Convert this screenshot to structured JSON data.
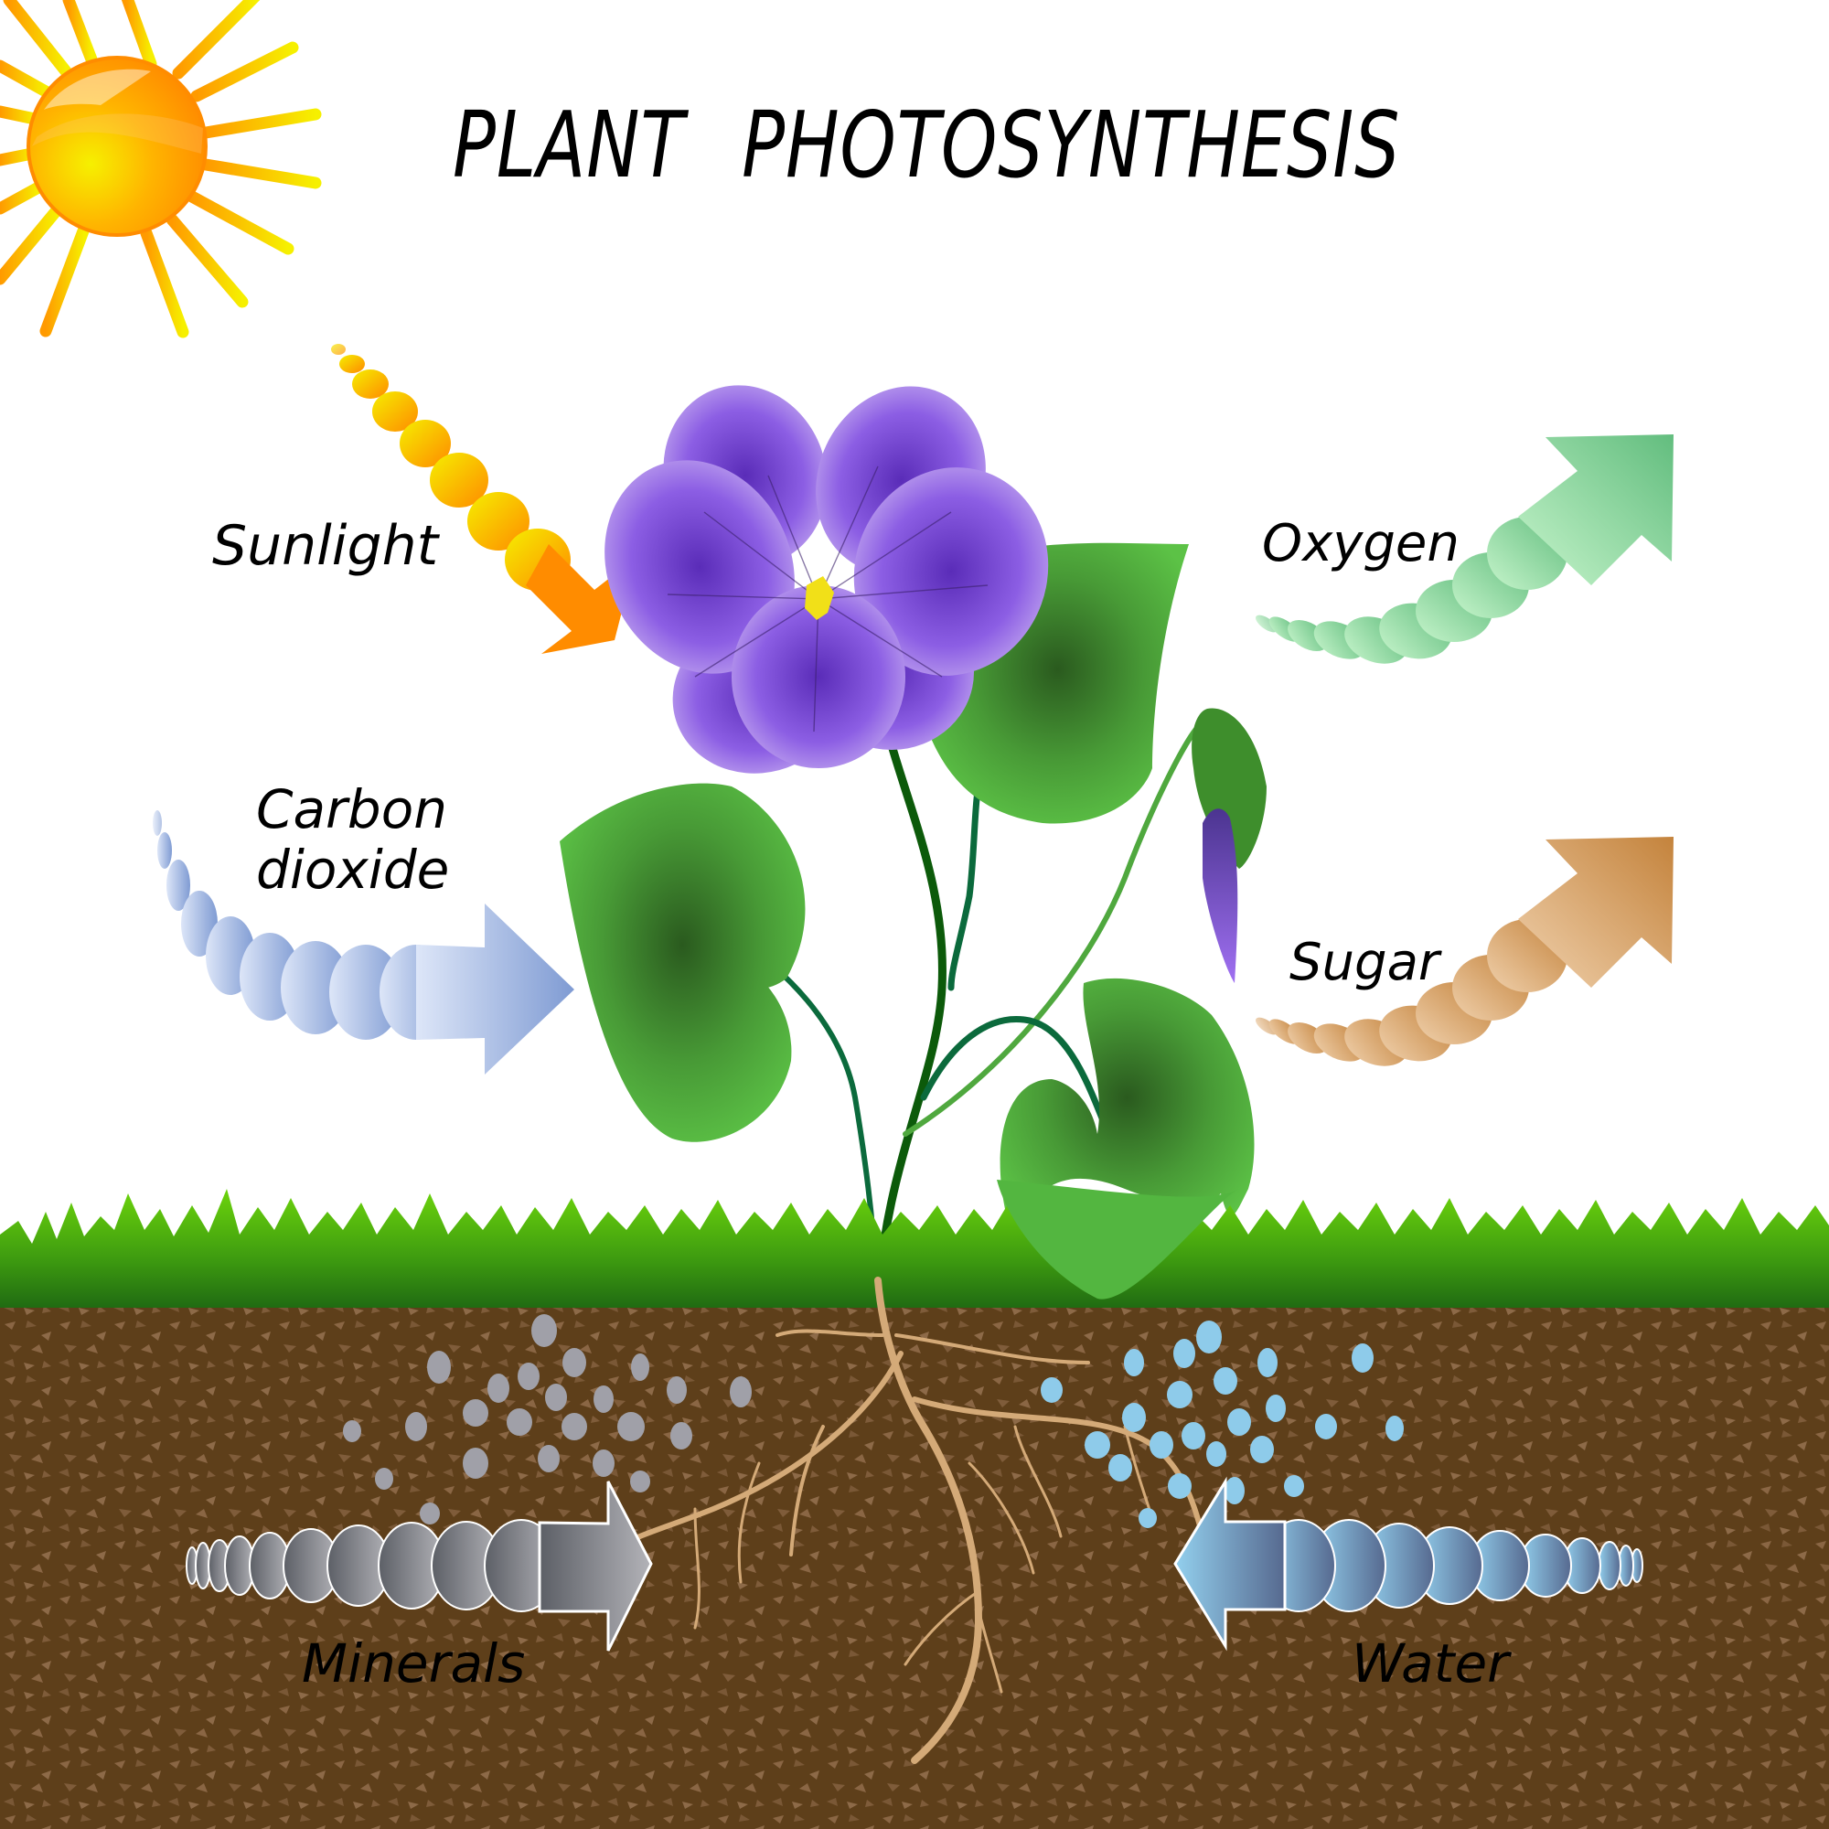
{
  "diagram": {
    "title": {
      "word1": "PLANT",
      "word2": "PHOTOSYNTHESIS"
    },
    "inputs": [
      {
        "id": "sunlight",
        "label": "Sunlight",
        "direction": "into-flower",
        "color": "#f7a21b"
      },
      {
        "id": "carbon_dioxide",
        "label_line1": "Carbon",
        "label_line2": "dioxide",
        "direction": "into-leaf",
        "color": "#8aa3d6"
      },
      {
        "id": "minerals",
        "label": "Minerals",
        "direction": "into-roots",
        "color": "#a0a0a8"
      },
      {
        "id": "water",
        "label": "Water",
        "direction": "into-roots",
        "color": "#8ecbea"
      }
    ],
    "outputs": [
      {
        "id": "oxygen",
        "label": "Oxygen",
        "direction": "out-up-right",
        "color": "#6cc487"
      },
      {
        "id": "sugar",
        "label": "Sugar",
        "direction": "out-up-right",
        "color": "#c98a42"
      }
    ],
    "elements": {
      "sun": "sun-icon",
      "flower": "violet-flower",
      "bud": "flower-bud",
      "leaves": 3,
      "grass": "grass-strip",
      "soil": "soil-layer",
      "roots": "root-system"
    },
    "colors": {
      "sun_core": "#ff8c00",
      "sun_ray": "#f5e400",
      "petal": "#8a5ad8",
      "leaf": "#4fae3c",
      "leaf_dark": "#2b5e1f",
      "grass": "#3e9a10",
      "soil": "#5e3f1a",
      "root": "#d8b07a"
    }
  }
}
